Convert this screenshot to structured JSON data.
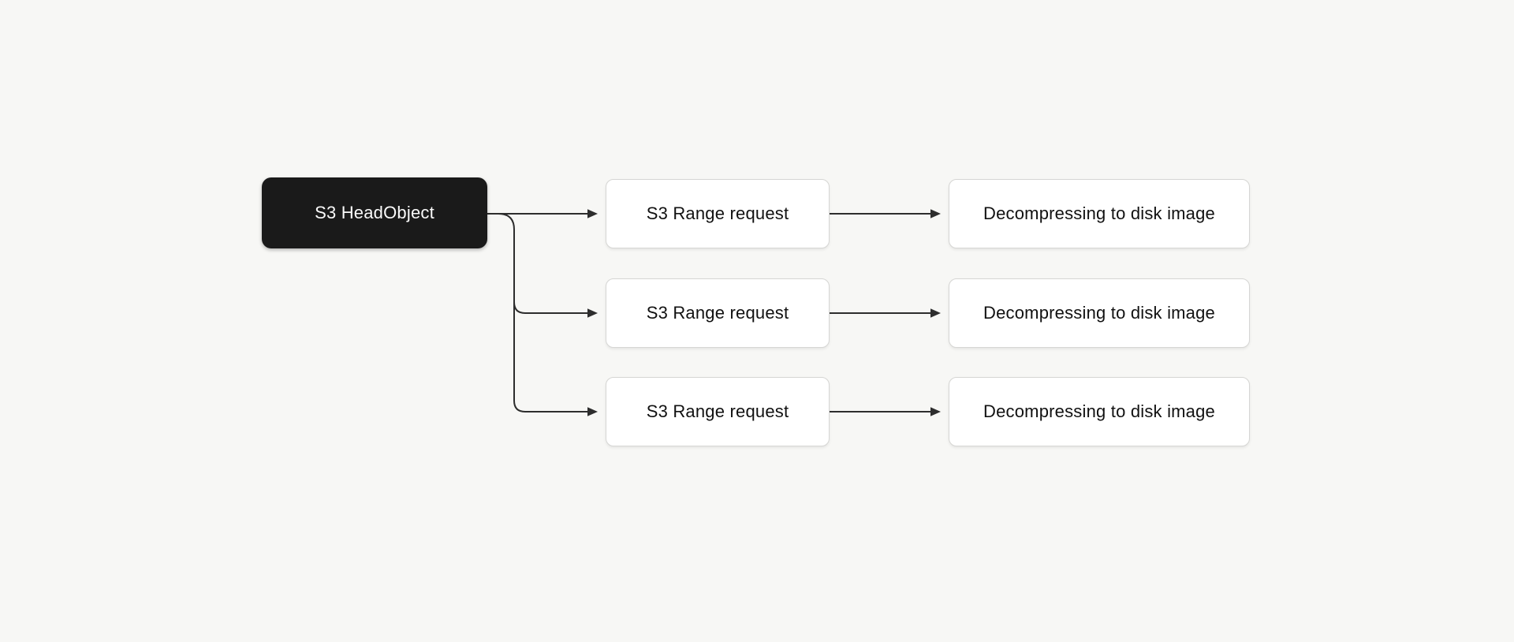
{
  "diagram": {
    "source_node": {
      "label": "S3 HeadObject"
    },
    "rows": [
      {
        "range_label": "S3 Range request",
        "decompress_label": "Decompressing to disk image"
      },
      {
        "range_label": "S3 Range request",
        "decompress_label": "Decompressing to disk image"
      },
      {
        "range_label": "S3 Range request",
        "decompress_label": "Decompressing to disk image"
      }
    ],
    "colors": {
      "background": "#f7f7f5",
      "dark_node_bg": "#1a1a1a",
      "dark_node_text": "#fafafa",
      "light_node_bg": "#ffffff",
      "light_node_border": "#d6d6d4",
      "light_node_text": "#111111",
      "connector": "#2d2d2d"
    }
  }
}
